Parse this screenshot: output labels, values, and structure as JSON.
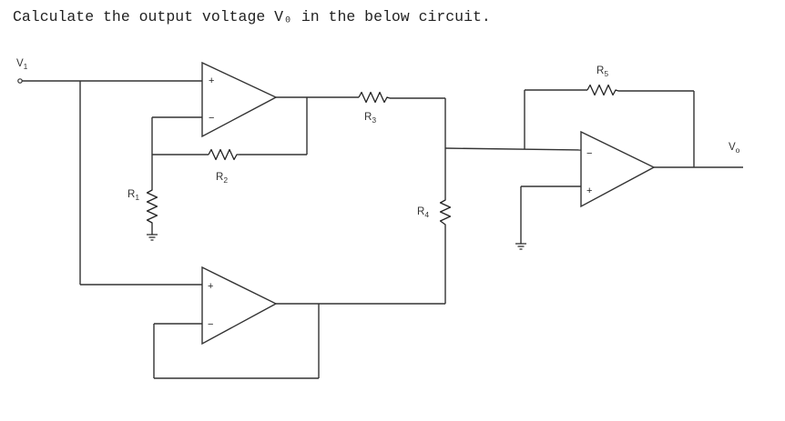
{
  "question": "Calculate the output voltage V₀ in the below circuit.",
  "labels": {
    "v1": {
      "main": "V",
      "sub": "1"
    },
    "vo": {
      "main": "V",
      "sub": "o"
    },
    "r1": {
      "main": "R",
      "sub": "1"
    },
    "r2": {
      "main": "R",
      "sub": "2"
    },
    "r3": {
      "main": "R",
      "sub": "3"
    },
    "r4": {
      "main": "R",
      "sub": "4"
    },
    "r5": {
      "main": "R",
      "sub": "5"
    }
  },
  "signs": {
    "plus": "+",
    "minus": "−"
  }
}
